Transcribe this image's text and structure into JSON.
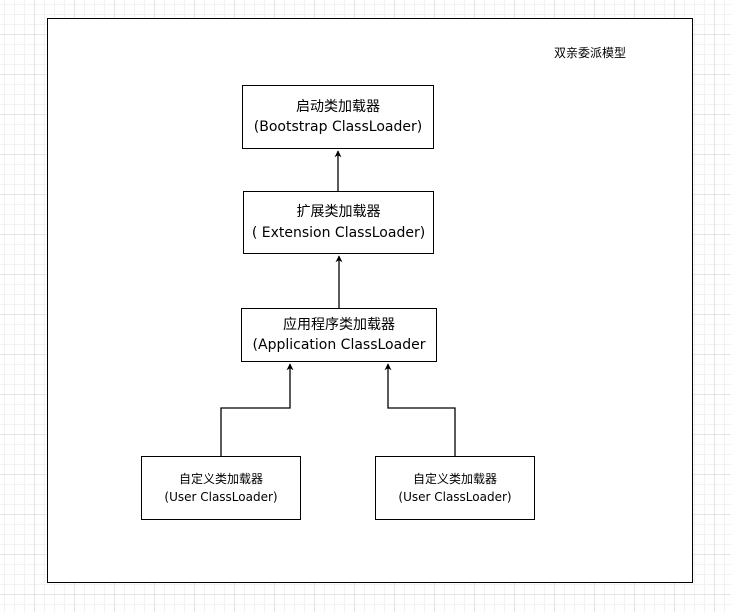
{
  "diagram": {
    "title": "双亲委派模型",
    "nodes": [
      {
        "id": "bootstrap",
        "line1": "启动类加载器",
        "line2": "(Bootstrap ClassLoader)"
      },
      {
        "id": "extension",
        "line1": "扩展类加载器",
        "line2": "( Extension ClassLoader)"
      },
      {
        "id": "application",
        "line1": "应用程序类加载器",
        "line2": "(Application ClassLoader"
      },
      {
        "id": "user-1",
        "line1": "自定义类加载器",
        "line2": "(User ClassLoader)"
      },
      {
        "id": "user-2",
        "line1": "自定义类加载器",
        "line2": "(User ClassLoader)"
      }
    ],
    "edges": [
      {
        "from": "extension",
        "to": "bootstrap"
      },
      {
        "from": "application",
        "to": "extension"
      },
      {
        "from": "user-1",
        "to": "application"
      },
      {
        "from": "user-2",
        "to": "application"
      }
    ]
  }
}
